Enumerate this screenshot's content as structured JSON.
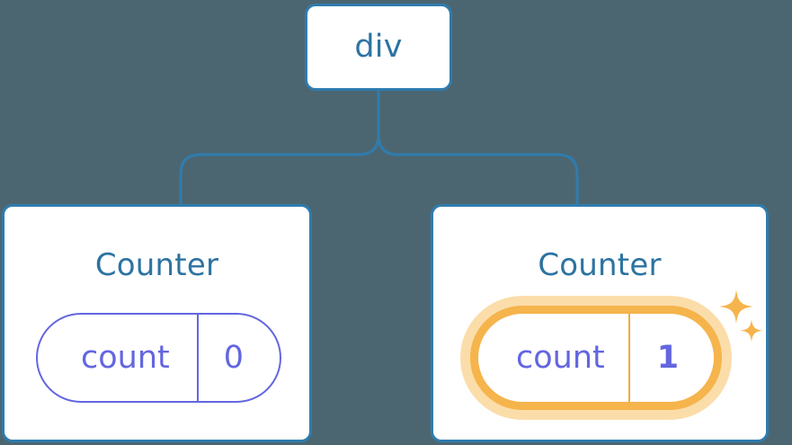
{
  "diagram": {
    "type": "component-tree",
    "background_color": "#4c6671",
    "node_border_color": "#2f7cae",
    "title_color": "#2c73a2",
    "state_color": "#6366e0",
    "highlight_color": "#f5b44c",
    "highlight_glow_color": "#fbddaa"
  },
  "root": {
    "label": "div"
  },
  "children": [
    {
      "label": "Counter",
      "state": {
        "key": "count",
        "value": "0"
      },
      "highlighted": false
    },
    {
      "label": "Counter",
      "state": {
        "key": "count",
        "value": "1"
      },
      "highlighted": true,
      "sparkle_icon": "sparkles-icon"
    }
  ]
}
